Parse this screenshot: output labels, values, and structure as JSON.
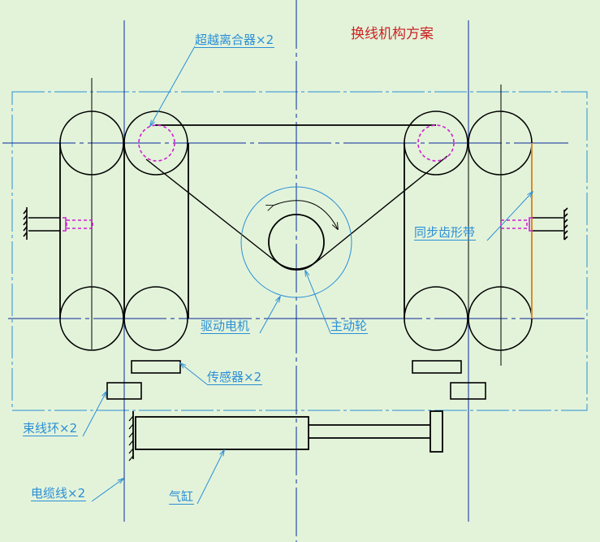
{
  "title": "换线机构方案",
  "labels": {
    "overrunning_clutch": "超越离合器×2",
    "timing_belt": "同步齿形带",
    "drive_motor": "驱动电机",
    "drive_wheel": "主动轮",
    "sensor": "传感器×2",
    "cable_tie_ring": "束线环×2",
    "cable": "电缆线×2",
    "cylinder": "气缸"
  },
  "colors": {
    "background": "#e3f3da",
    "outline": "#000000",
    "centerline": "#0a2a9a",
    "annotation": "#2a8fd6",
    "hidden": "#d020d0",
    "belt_highlight": "#e08a20",
    "title": "#cc2222"
  }
}
